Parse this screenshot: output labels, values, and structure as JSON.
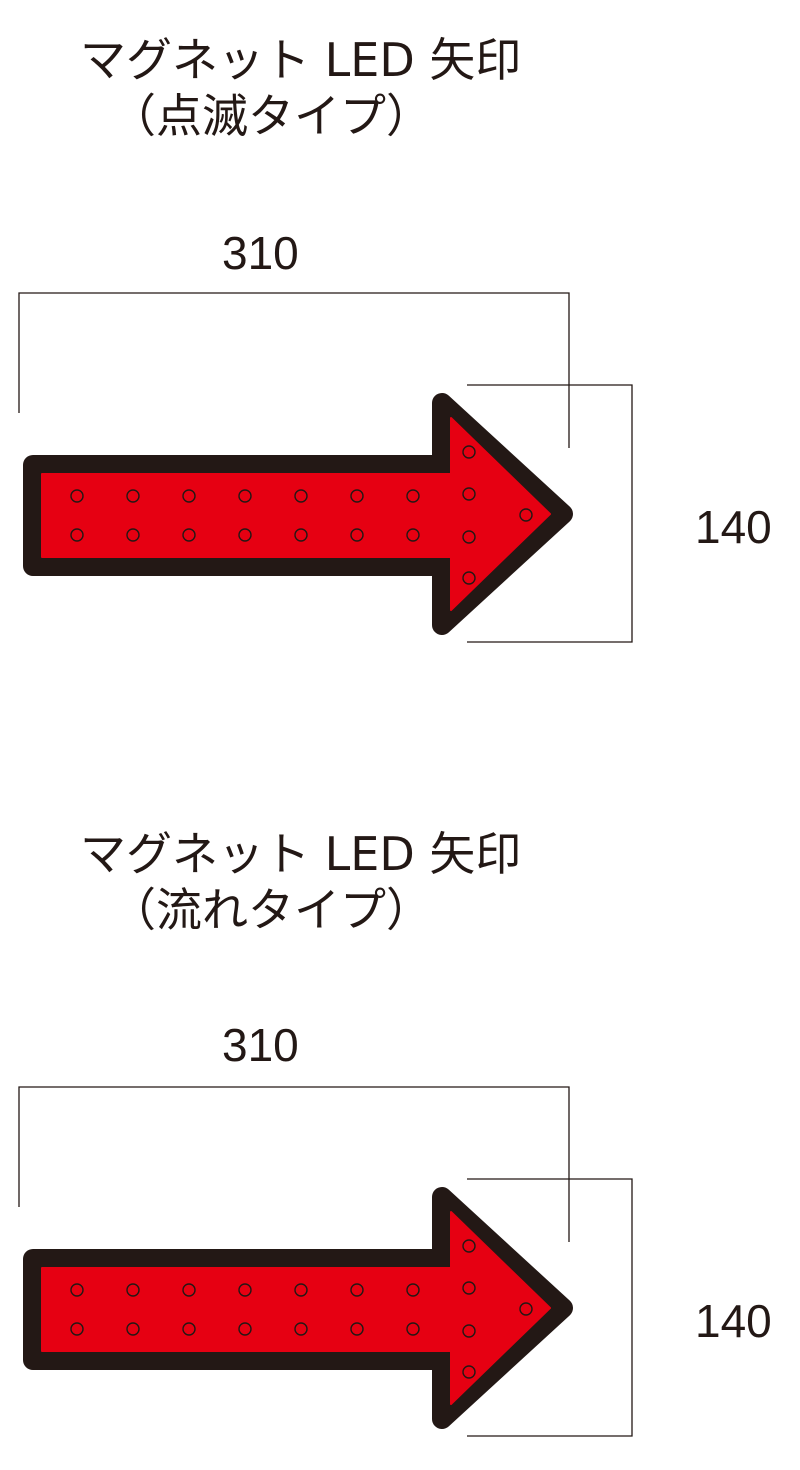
{
  "colors": {
    "arrow_fill": "#e60012",
    "arrow_outline": "#231815",
    "dimension_line": "#231815"
  },
  "sections": [
    {
      "title_line1": "マグネット LED 矢印",
      "title_line2": "（点滅タイプ）",
      "width_label": "310",
      "height_label": "140",
      "led_rows": 2,
      "led_cols": 7,
      "head_leds": 5
    },
    {
      "title_line1": "マグネット LED 矢印",
      "title_line2": "（流れタイプ）",
      "width_label": "310",
      "height_label": "140",
      "led_rows": 2,
      "led_cols": 7,
      "head_leds": 5
    }
  ]
}
